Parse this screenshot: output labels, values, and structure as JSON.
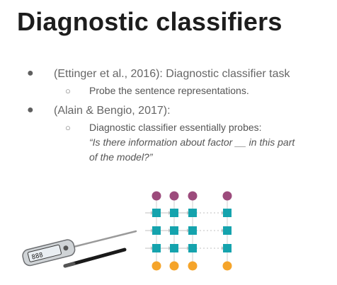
{
  "slide": {
    "title": "Diagnostic classifiers",
    "bullets": [
      {
        "marker": "●",
        "text": "(Ettinger et al., 2016): Diagnostic classifier task",
        "sub": [
          {
            "marker": "○",
            "lines": [
              "Probe the sentence representations."
            ]
          }
        ]
      },
      {
        "marker": "●",
        "text": "(Alain & Bengio, 2017):",
        "sub": [
          {
            "marker": "○",
            "lines": [
              "Diagnostic classifier essentially probes:"
            ],
            "quote_lines": [
              "“Is there information about factor __ in this part",
              "of the model?”"
            ]
          }
        ]
      }
    ]
  },
  "figure": {
    "thermometer_display": "888",
    "colors": {
      "output": "#9c4b7c",
      "hidden": "#15a3ad",
      "input": "#f5a42a"
    }
  }
}
